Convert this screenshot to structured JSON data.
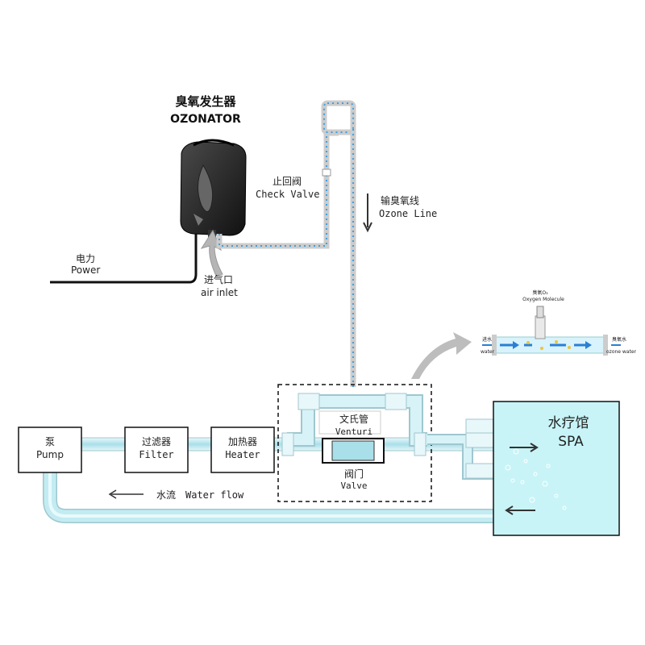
{
  "ozonator": {
    "title_cn": "臭氧发生器",
    "title_en": "OZONATOR"
  },
  "power": {
    "cn": "电力",
    "en": "Power"
  },
  "air_inlet": {
    "cn": "进气口",
    "en": "air inlet"
  },
  "check_valve": {
    "cn": "止回阀",
    "en": "Check Valve"
  },
  "ozone_line": {
    "cn": "输臭氧线",
    "en": "Ozone Line"
  },
  "inset": {
    "top_cn": "臭氧O₃",
    "top_en": "Oxygen Molecule",
    "left_cn": "进水",
    "left_en": "water",
    "right_cn": "臭氧水",
    "right_en": "ozone water"
  },
  "pump": {
    "cn": "泵",
    "en": "Pump"
  },
  "filter": {
    "cn": "过滤器",
    "en": "Filter"
  },
  "heater": {
    "cn": "加热器",
    "en": "Heater"
  },
  "venturi": {
    "cn": "文氏管",
    "en": "Venturi"
  },
  "valve": {
    "cn": "阀门",
    "en": "Valve"
  },
  "spa": {
    "cn": "水疗馆",
    "en": "SPA"
  },
  "water_flow": {
    "cn": "水流",
    "en": "Water flow"
  },
  "colors": {
    "water": "#c8f4f7",
    "pipe": "#b8e6ee",
    "tube_dots": "#3fa0e0",
    "ozonator": "#2a2a2a"
  }
}
